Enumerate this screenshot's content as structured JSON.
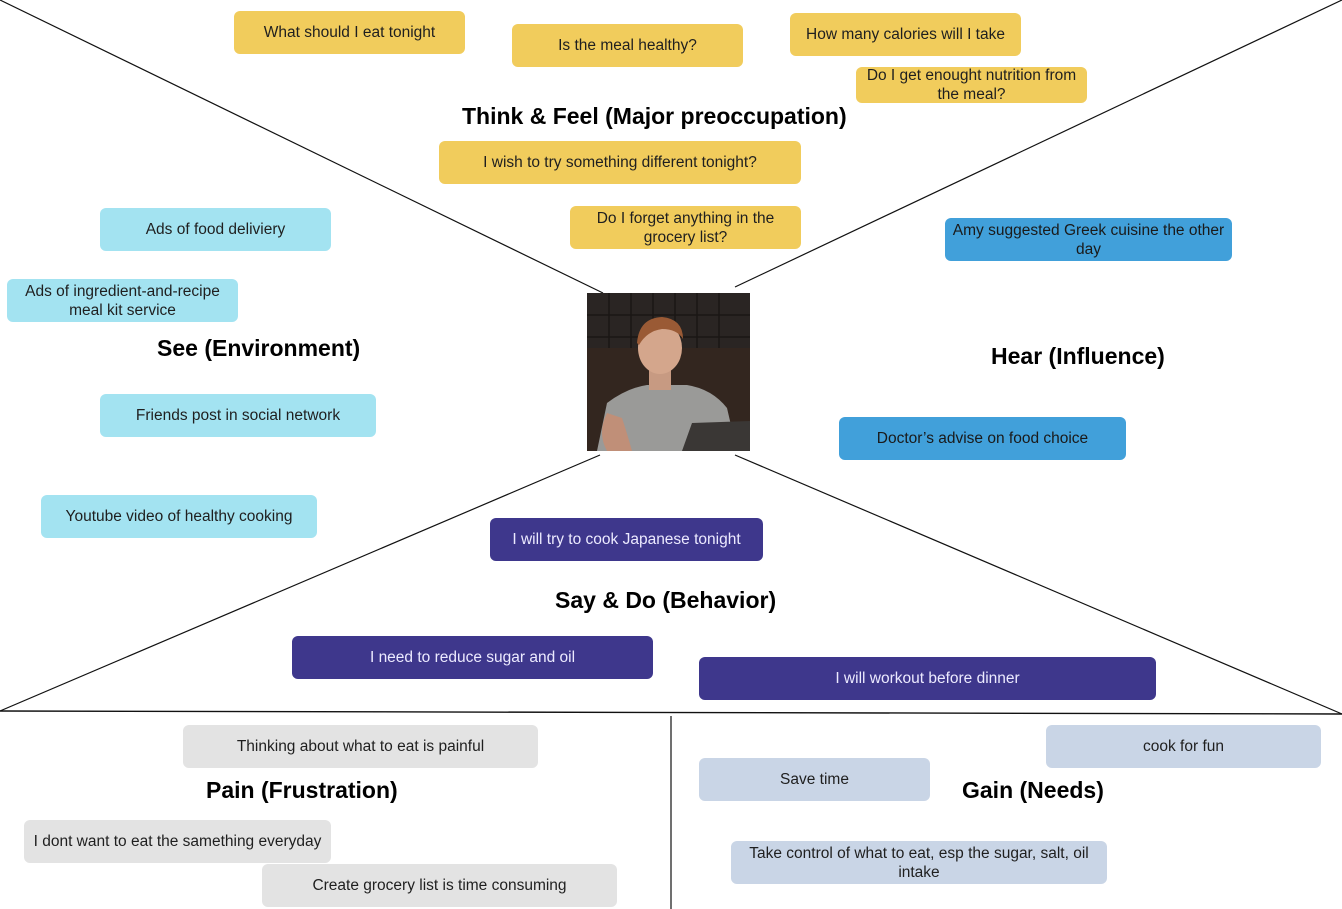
{
  "sections": {
    "think_feel": {
      "heading": "Think & Feel (Major preoccupation)",
      "color": "#f1cc5c",
      "notes": [
        "What should I eat tonight",
        "Is the meal healthy?",
        "How many calories will I take",
        "Do I get enought nutrition from the meal?",
        "I wish to try something different tonight?",
        "Do I forget anything in the grocery list?"
      ]
    },
    "see": {
      "heading": "See (Environment)",
      "color": "#a3e3f1",
      "notes": [
        "Ads of food deliviery",
        "Ads of ingredient-and-recipe meal kit service",
        "Friends post in social network",
        "Youtube video of healthy cooking"
      ]
    },
    "hear": {
      "heading": "Hear (Influence)",
      "color": "#41a0da",
      "notes": [
        "Amy suggested Greek cuisine the other day",
        "Doctor’s advise on food choice"
      ]
    },
    "say_do": {
      "heading": "Say & Do (Behavior)",
      "color": "#3e378c",
      "notes": [
        "I will try to cook Japanese tonight",
        "I need to reduce sugar and oil",
        "I will workout before dinner"
      ]
    },
    "pain": {
      "heading": "Pain (Frustration)",
      "color": "#e3e3e3",
      "notes": [
        "Thinking about what to eat is painful",
        "I dont want to eat the samething everyday",
        "Create grocery list is time consuming"
      ]
    },
    "gain": {
      "heading": "Gain (Needs)",
      "color": "#c9d5e6",
      "notes": [
        "cook for fun",
        "Save time",
        "Take control of what to eat, esp the sugar, salt, oil intake"
      ]
    }
  },
  "persona": {
    "icon": "persona-photo"
  }
}
